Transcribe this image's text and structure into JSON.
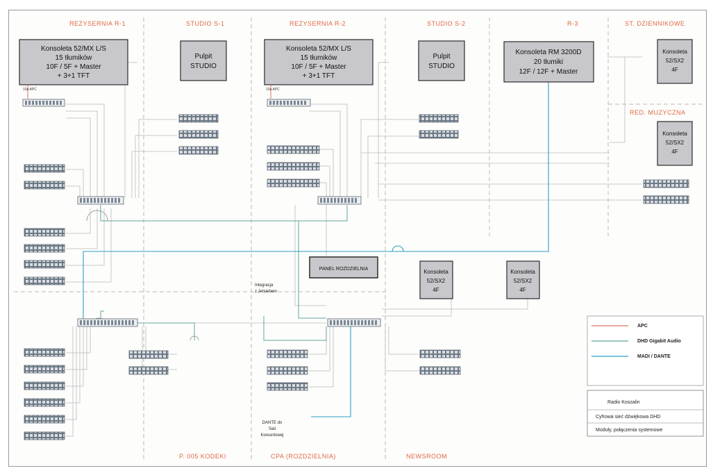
{
  "zones_top": [
    {
      "id": "r1",
      "label": "REZYSERNIA R-1"
    },
    {
      "id": "s1",
      "label": "STUDIO S-1"
    },
    {
      "id": "r2",
      "label": "REZYSERNIA R-2"
    },
    {
      "id": "s2",
      "label": "STUDIO S-2"
    },
    {
      "id": "r3",
      "label": "R-3"
    },
    {
      "id": "sd",
      "label": "ST. DZIENNIKOWE"
    },
    {
      "id": "rm",
      "label": "RED. MUZYCZNA"
    }
  ],
  "zones_bottom": [
    {
      "id": "p005",
      "label": "P. 005 KODEKI"
    },
    {
      "id": "cpa",
      "label": "CPA (ROZDZIELNIA)"
    },
    {
      "id": "news",
      "label": "NEWSROOM"
    }
  ],
  "consoles": [
    {
      "id": "r1-console",
      "lines": [
        "Konsoleta 52/MX L/S",
        "15 tłumików",
        "10F / 5F + Master",
        "+ 3+1 TFT"
      ]
    },
    {
      "id": "s1-pulpit",
      "lines": [
        "Pulpit",
        "STUDIO"
      ]
    },
    {
      "id": "r2-console",
      "lines": [
        "Konsoleta 52/MX L/S",
        "15 tłumików",
        "10F / 5F + Master",
        "+ 3+1 TFT"
      ]
    },
    {
      "id": "s2-pulpit",
      "lines": [
        "Pulpit",
        "STUDIO"
      ]
    },
    {
      "id": "r3-console",
      "lines": [
        "Konsoleta RM 3200D",
        "20 tłumiki",
        "12F / 12F + Master"
      ]
    },
    {
      "id": "sd-console",
      "lines": [
        "Konsoleta",
        "52/SX2",
        "4F"
      ]
    },
    {
      "id": "rm-console",
      "lines": [
        "Konsoleta",
        "52/SX2",
        "4F"
      ]
    },
    {
      "id": "news-console-1",
      "lines": [
        "Konsoleta",
        "52/SX2",
        "4F"
      ]
    },
    {
      "id": "news-console-2",
      "lines": [
        "Konsoleta",
        "52/SX2",
        "4F"
      ]
    }
  ],
  "panel": {
    "label": "PANEL ROZDZIELNIA"
  },
  "small_labels": {
    "apc_r1": "10a APC",
    "apc_r2": "10a APC",
    "integration": [
      "Integracja",
      "z Jetsiebem"
    ],
    "dante": [
      "DANTE do",
      "Sali",
      "Koncertowej"
    ]
  },
  "legend": {
    "items": [
      {
        "label": "APC",
        "color": "#d9745a"
      },
      {
        "label": "DHD Gigabit Audio",
        "color": "#5fa69a"
      },
      {
        "label": "MADI / DANTE",
        "color": "#2b9fc0"
      }
    ]
  },
  "title_block": {
    "client": "Radio Koszalin",
    "project": "Cyfrowa sieć dźwiękowa DHD",
    "drawing": "Moduły, połączenia systemowe"
  }
}
